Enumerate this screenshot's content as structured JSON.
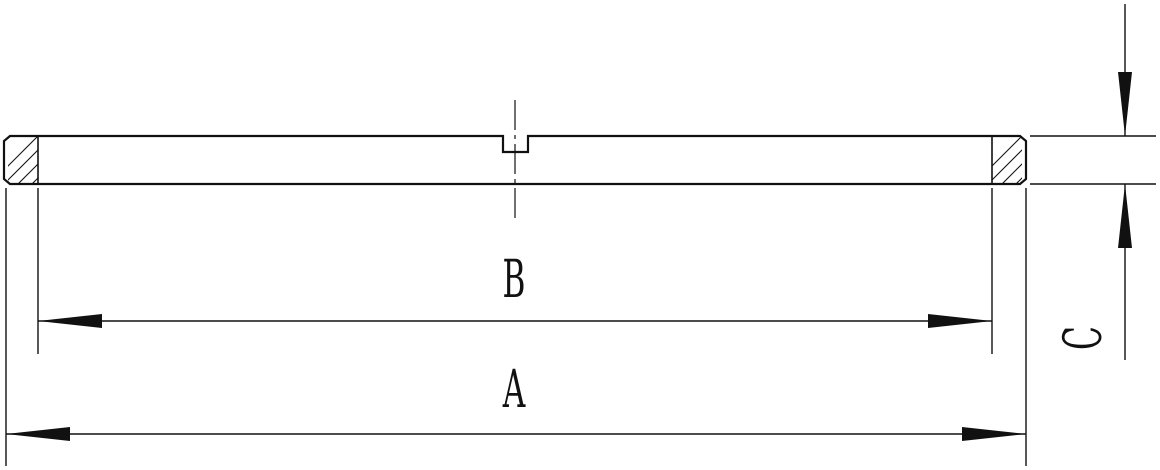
{
  "drawing": {
    "dimension_labels": {
      "a": "A",
      "b": "B",
      "c": "C"
    },
    "line_color": "#111111",
    "background_color": "#ffffff"
  }
}
